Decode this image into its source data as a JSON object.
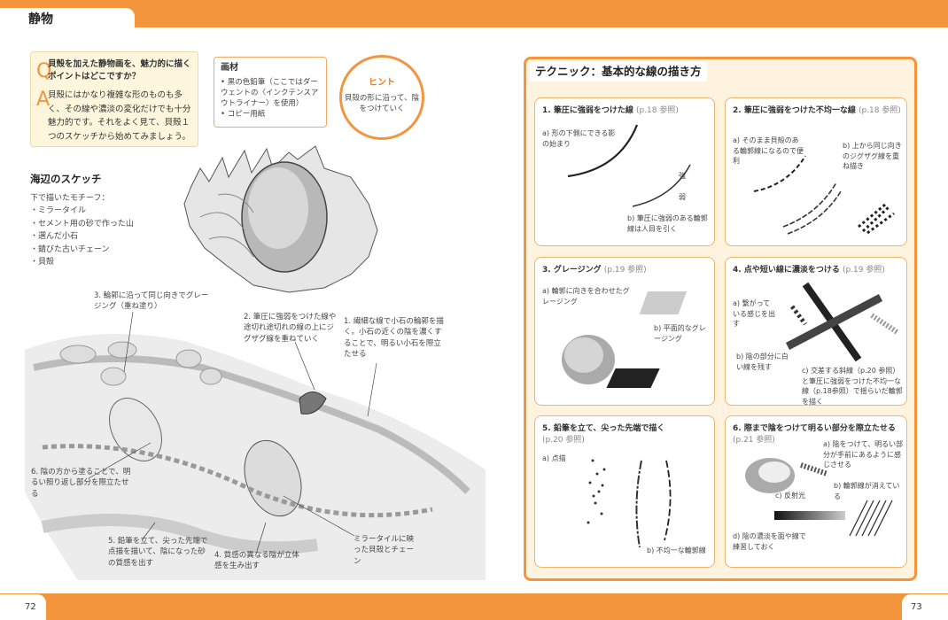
{
  "header": {
    "section_title": "静物"
  },
  "qa": {
    "q_letter": "Q",
    "a_letter": "A",
    "question": "貝殻を加えた静物画を、魅力的に描くポイントはどこですか？",
    "answer": "貝殻にはかなり複雑な形のものも多く、その線や濃淡の変化だけでも十分魅力的です。それをよく見て、貝殻１つのスケッチから始めてみましょう。"
  },
  "materials": {
    "title": "画材",
    "items": [
      "• 黒の色鉛筆（ここではダーウェントの〈インクテンスアウトライナー〉を使用）",
      "• コピー用紙"
    ]
  },
  "hint": {
    "title": "ヒント",
    "body": "貝殻の形に沿って、陰をつけていく"
  },
  "sketch": {
    "title": "海辺のスケッチ",
    "desc_lines": [
      "下で描いたモチーフ：",
      "・ミラータイル",
      "・セメント用の砂で作った山",
      "・選んだ小石",
      "・錆びた古いチェーン",
      "・貝殻"
    ]
  },
  "annotations": {
    "a1": "1. 繊細な線で小石の輪郭を描く。小石の近くの陰を濃くすることで、明るい小石を際立たせる",
    "a2": "2. 筆圧に強弱をつけた線や途切れ途切れの線の上にジグザグ線を重ねていく",
    "a3": "3. 輪郭に沿って同じ向きでグレージング（重ね塗り）",
    "a4": "4. 質感の異なる陰が立体感を生み出す",
    "a5": "5. 鉛筆を立て、尖った先端で点描を描いて、陰になった砂の質感を出す",
    "a6": "6. 陰の方から塗ることで、明るい照り返し部分を際立たせる",
    "a7": "ミラータイルに映った貝殻とチェーン"
  },
  "technique": {
    "title": "テクニック：基本的な線の描き方",
    "cards": [
      {
        "title": "1. 筆圧に強弱をつけた線",
        "ref": "(p.18 参照)",
        "notes": [
          "a) 形の下側にできる影の始まり",
          "強",
          "弱",
          "b) 筆圧に強弱のある輪郭線は人目を引く"
        ]
      },
      {
        "title": "2. 筆圧に強弱をつけた不均一な線",
        "ref": "(p.18 参照)",
        "notes": [
          "a) そのまま貝殻のある輪郭線になるので便利",
          "b) 上から同じ向きのジグザグ線を重ね描き"
        ]
      },
      {
        "title": "3. グレージング",
        "ref": "(p.19 参照)",
        "notes": [
          "a) 輪郭に向きを合わせたグレージング",
          "b) 平面的なグレージング"
        ]
      },
      {
        "title": "4. 点や短い線に濃淡をつける",
        "ref": "(p.19 参照)",
        "notes": [
          "a) 繋がっている感じを出す",
          "b) 陰の部分に白い線を残す",
          "c) 交差する斜線（p.20 参照）と筆圧に強弱をつけた不均一な線（p.18参照）で揺らいだ輪郭を描く"
        ]
      },
      {
        "title": "5. 鉛筆を立て、尖った先端で描く",
        "ref": "(p.20 参照)",
        "notes": [
          "a) 点描",
          "b) 不均一な輪郭線"
        ]
      },
      {
        "title": "6. 際まで陰をつけて明るい部分を際立たせる",
        "ref": "(p.21 参照)",
        "notes": [
          "a) 陰をつけて、明るい部分が手前にあるように感じさせる",
          "b) 輪郭線が消えている",
          "c) 反射光",
          "d) 陰の濃淡を面や線で練習しておく"
        ]
      }
    ]
  },
  "footer": {
    "left_page": "72",
    "right_page": "73"
  }
}
